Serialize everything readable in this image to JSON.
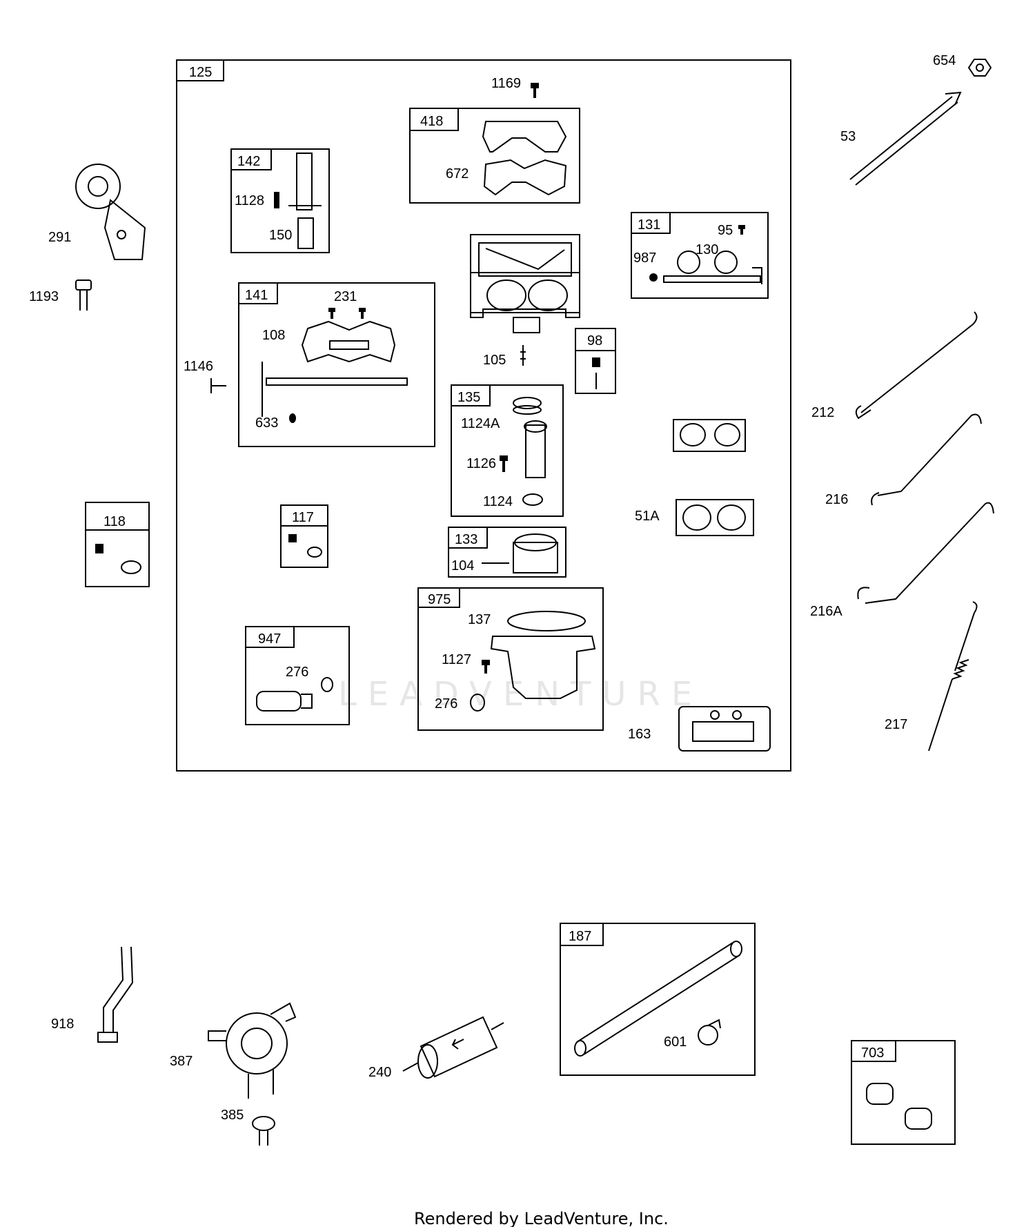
{
  "diagram": {
    "footer": "Rendered by LeadVenture, Inc.",
    "watermark": "LEADVENTURE",
    "boxes": {
      "b125": "125",
      "b418": "418",
      "b142": "142",
      "b131": "131",
      "b141": "141",
      "b98": "98",
      "b135": "135",
      "b118": "118",
      "b117": "117",
      "b133": "133",
      "b975": "975",
      "b947": "947",
      "b187": "187",
      "b703": "703"
    },
    "labels": {
      "p654": "654",
      "p53": "53",
      "p1169": "1169",
      "p672": "672",
      "p291": "291",
      "p1193": "1193",
      "p1128": "1128",
      "p150": "150",
      "p95": "95",
      "p987": "987",
      "p130": "130",
      "p231": "231",
      "p108": "108",
      "p1146": "1146",
      "p633": "633",
      "p105": "105",
      "p1124A": "1124A",
      "p1126": "1126",
      "p1124": "1124",
      "p51A": "51A",
      "p212": "212",
      "p216": "216",
      "p216A": "216A",
      "p104": "104",
      "p137": "137",
      "p1127": "1127",
      "p276a": "276",
      "p276b": "276",
      "p163": "163",
      "p217": "217",
      "p918": "918",
      "p387": "387",
      "p385": "385",
      "p240": "240",
      "p601": "601"
    }
  }
}
